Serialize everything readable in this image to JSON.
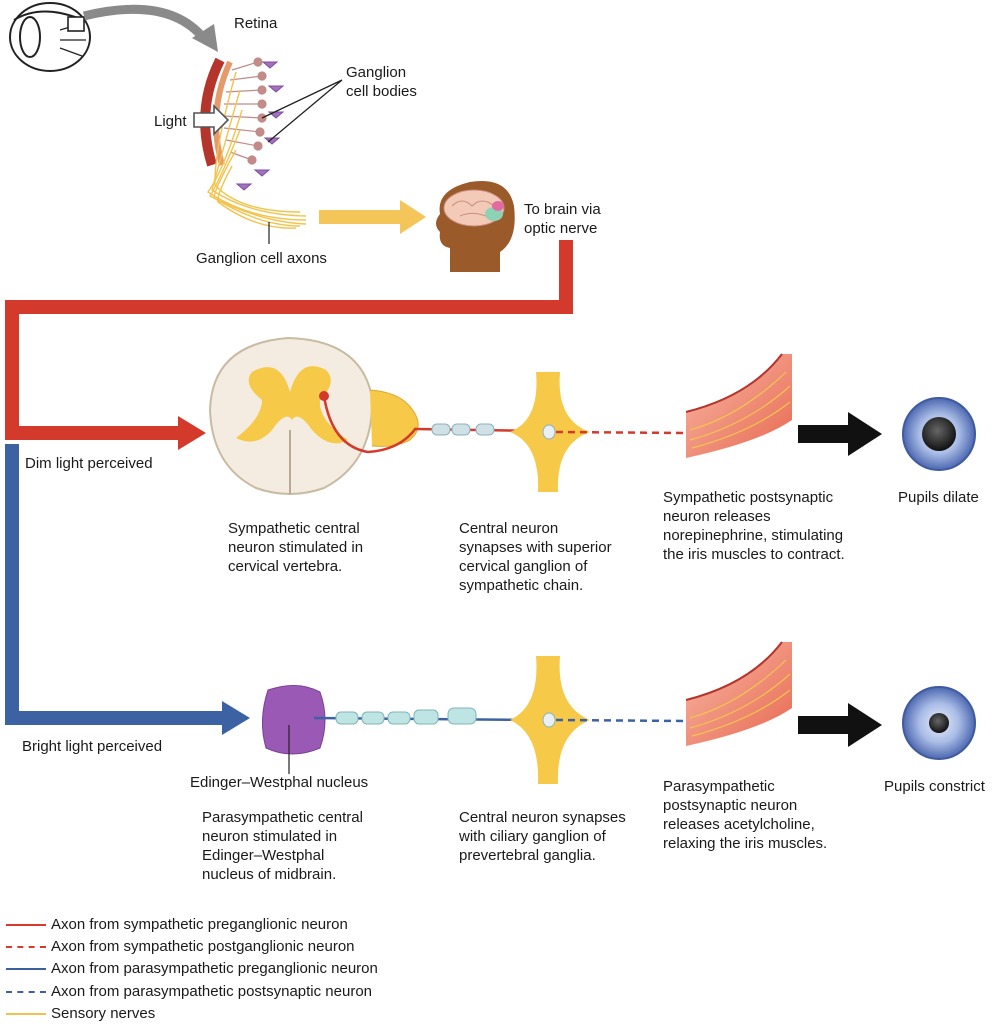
{
  "labels": {
    "retina": "Retina",
    "ganglion_cell_bodies": "Ganglion\ncell bodies",
    "light": "Light",
    "ganglion_cell_axons": "Ganglion cell axons",
    "to_brain": "To brain via\noptic nerve",
    "dim_light": "Dim light perceived",
    "bright_light": "Bright light perceived",
    "sympathetic_central": "Sympathetic central\nneuron stimulated in\ncervical vertebra.",
    "central_synapse_superior": "Central neuron\nsynapses with superior\ncervical ganglion of\nsympathetic chain.",
    "sympathetic_postsynaptic": "Sympathetic postsynaptic\nneuron releases\nnorepinephrine, stimulating\nthe iris muscles to contract.",
    "pupils_dilate": "Pupils dilate",
    "edinger_westphal": "Edinger–Westphal nucleus",
    "parasympathetic_central": "Parasympathetic central\nneuron stimulated in\nEdinger–Westphal\nnucleus of midbrain.",
    "central_synapse_ciliary": "Central neuron synapses\nwith ciliary ganglion of\nprevertebral ganglia.",
    "parasympathetic_postsynaptic": "Parasympathetic\npostsynaptic neuron\nreleases acetylcholine,\nrelaxing the iris muscles.",
    "pupils_constrict": "Pupils constrict"
  },
  "legend": [
    {
      "label": "Axon from sympathetic preganglionic neuron",
      "color": "#d93a2b",
      "style": "solid"
    },
    {
      "label": "Axon from sympathetic postganglionic neuron",
      "color": "#d93a2b",
      "style": "dashed"
    },
    {
      "label": "Axon from parasympathetic preganglionic neuron",
      "color": "#3c5fa0",
      "style": "solid"
    },
    {
      "label": "Axon from parasympathetic postsynaptic neuron",
      "color": "#3c5fa0",
      "style": "dashed"
    },
    {
      "label": "Sensory nerves",
      "color": "#f2c14e",
      "style": "solid"
    }
  ],
  "colors": {
    "sympathetic_red": "#d33a2c",
    "parasympathetic_blue": "#3c62a3",
    "sensory_yellow": "#f2c44f",
    "ganglion_yellow": "#f7c948",
    "nucleus_purple": "#9b59b6",
    "iris_blue": "#9fb2e0",
    "brain_head": "#9a5a2a"
  },
  "icons": {
    "eye": "eye-icon",
    "head": "head-with-brain-icon",
    "spinal_cord": "spinal-cord-cross-section-icon",
    "ganglion": "ganglion-icon",
    "iris_muscle": "iris-muscle-icon",
    "pupil": "pupil-icon"
  }
}
